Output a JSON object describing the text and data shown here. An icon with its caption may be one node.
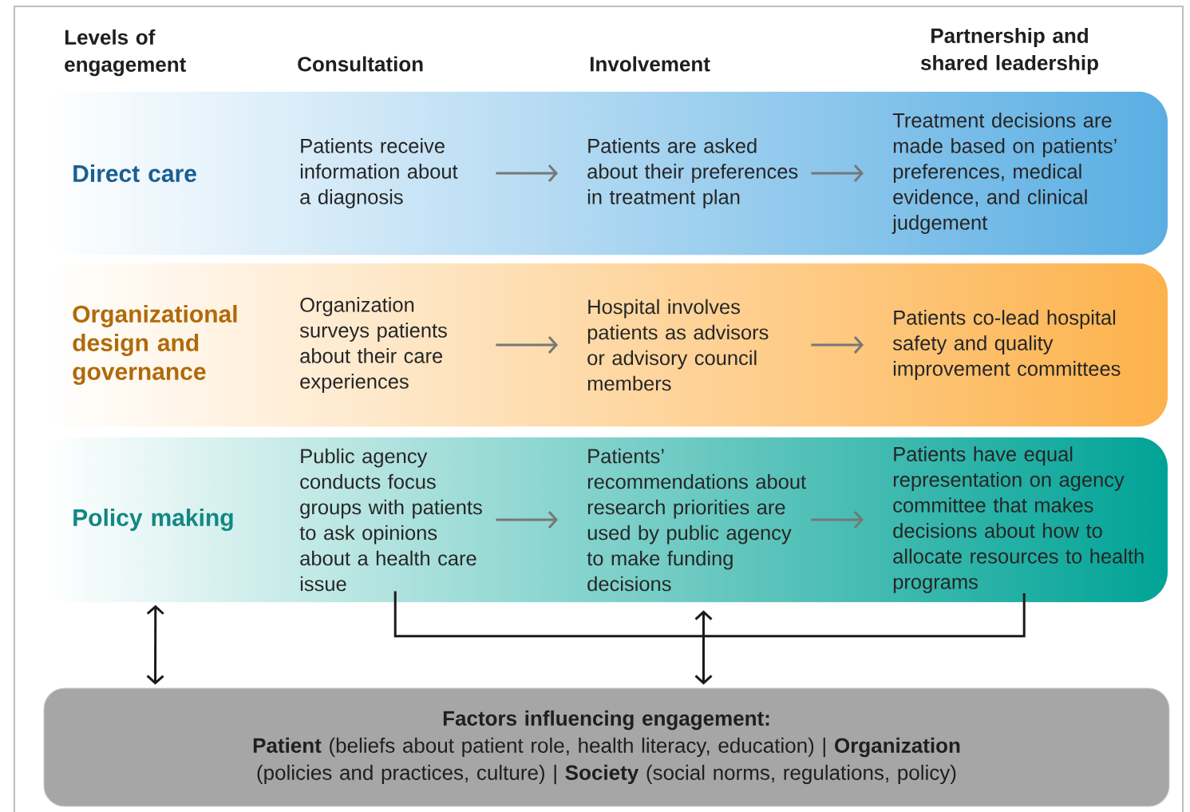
{
  "diagram": {
    "nodes": [
      {
        "text": [
          "Direct care"
        ]
      },
      {
        "text": [
          "Patients receive information about a diagnosis"
        ],
        "in": 0
      },
      {
        "text": [
          "Patients are asked about their preferences in treatment plan"
        ],
        "in": 0
      },
      {
        "text": [
          "Treatment decisions are made based on patients’ preferences, medical evidence, and clinical judgement"
        ],
        "in": 0
      },
      {
        "text": [
          "Organizational design and governance"
        ]
      },
      {
        "text": [
          "Organization surveys patients about their care experiences"
        ],
        "in": 4
      },
      {
        "text": [
          "Hospital involves patients as advisors or advisory council members"
        ],
        "in": 4
      },
      {
        "text": [
          "Patients co-lead hospital safety and quality improvement committees"
        ],
        "in": 4
      },
      {
        "text": [
          "Policy making"
        ]
      },
      {
        "text": [
          "Public agency conducts focus groups with patients to ask opinions about a health care issue"
        ],
        "in": 8
      },
      {
        "text": [
          "Patients’ recommendations about research priorities are used by public agency to make funding decisions"
        ],
        "in": 8
      },
      {
        "text": [
          "Patients have equal representation on agency committee that makes decisions about how to allocate resources to health programs"
        ],
        "in": 8
      },
      {
        "text": [
          "Factors influencing engagement:",
          "**Patient** (beliefs about patient role, health literacy, education) | **Organization** (policies and practices, culture) | **Society** (social norms, regulations, policy)"
        ]
      }
    ],
    "edges": [
      {
        "from": 1,
        "to": 2,
        "arrow": "to"
      },
      {
        "from": 2,
        "to": 3,
        "arrow": "to"
      },
      {
        "from": 5,
        "to": 6,
        "arrow": "to"
      },
      {
        "from": 6,
        "to": 7,
        "arrow": "to"
      },
      {
        "from": 9,
        "to": 10,
        "arrow": "to"
      },
      {
        "from": 10,
        "to": 11,
        "arrow": "to"
      },
      {
        "from": 8,
        "to": 12,
        "arrow": "both",
        "color": "#1a1a1a"
      },
      {
        "from": 9,
        "to": 12,
        "arrow": "to",
        "color": "#1a1a1a"
      },
      {
        "from": 11,
        "to": 12,
        "arrow": "to",
        "color": "#1a1a1a"
      }
    ],
    "labels": [
      "Levels of engagement",
      "Consultation",
      "Involvement",
      "Partnership and shared leadership"
    ]
  }
}
